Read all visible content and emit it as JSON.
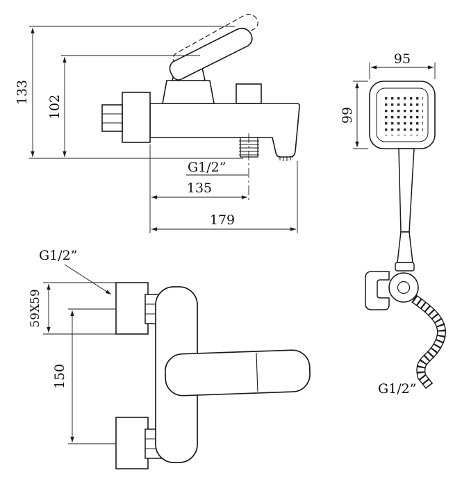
{
  "colors": {
    "line": "#1a1a1a",
    "background": "#ffffff"
  },
  "views": {
    "side": {
      "dim_height_total": "133",
      "dim_height_body": "102",
      "thread_label": "G1/2”",
      "dim_spout_center": "135",
      "dim_length_total": "179"
    },
    "hand_shower": {
      "dim_width": "95",
      "dim_height": "99",
      "thread_label": "G1/2”"
    },
    "front": {
      "thread_label": "G1/2”",
      "dim_flange": "59X59",
      "dim_centers": "150"
    }
  }
}
